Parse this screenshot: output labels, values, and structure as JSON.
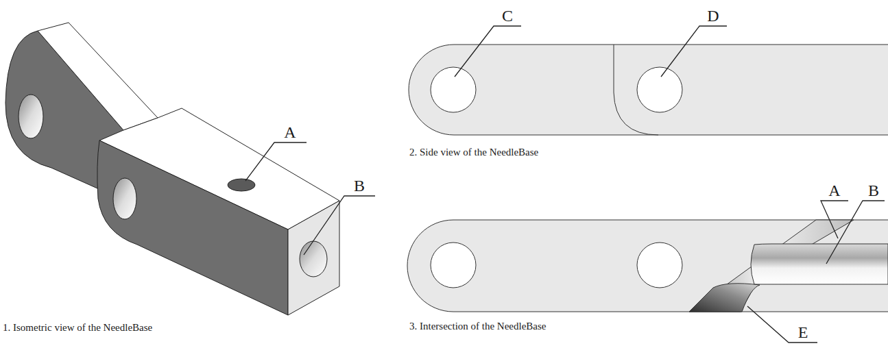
{
  "diagram": {
    "labels": [
      "A",
      "B",
      "1. Isometric view of the NeedleBase",
      "C",
      "D",
      "2. Side view of the NeedleBase",
      "A",
      "B",
      "3. Intersection of the NeedleBase",
      "E"
    ]
  }
}
